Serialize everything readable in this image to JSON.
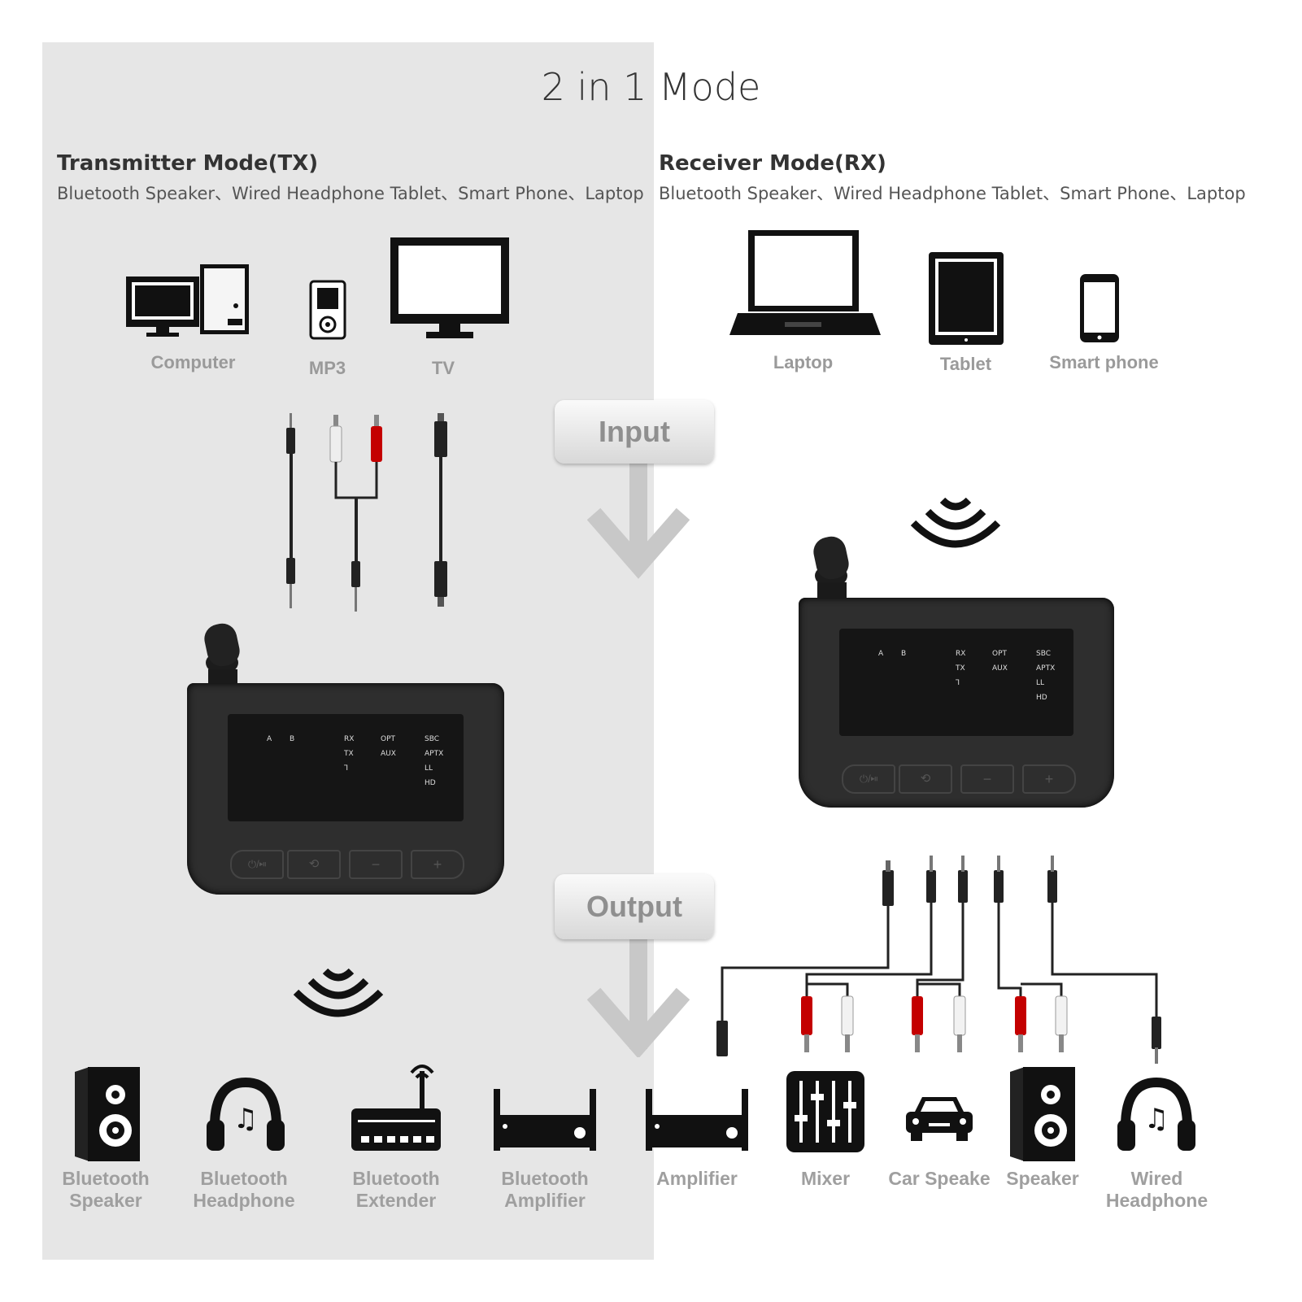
{
  "title": "2 in 1 Mode",
  "tx": {
    "heading": "Transmitter Mode(TX)",
    "subtitle": "Bluetooth Speaker、Wired Headphone Tablet、Smart Phone、Laptop",
    "sources": [
      {
        "label": "Computer",
        "icon": "computer-icon"
      },
      {
        "label": "MP3",
        "icon": "mp3-player-icon"
      },
      {
        "label": "TV",
        "icon": "tv-icon"
      }
    ],
    "outputs": [
      {
        "line1": "Bluetooth",
        "line2": "Speaker",
        "icon": "speaker-icon"
      },
      {
        "line1": "Bluetooth",
        "line2": "Headphone",
        "icon": "headphone-icon"
      },
      {
        "line1": "Bluetooth",
        "line2": "Extender",
        "icon": "router-icon"
      },
      {
        "line1": "Bluetooth",
        "line2": "Amplifier",
        "icon": "amplifier-icon"
      }
    ]
  },
  "rx": {
    "heading": "Receiver Mode(RX)",
    "subtitle": "Bluetooth Speaker、Wired Headphone Tablet、Smart Phone、Laptop",
    "sources": [
      {
        "label": "Laptop",
        "icon": "laptop-icon"
      },
      {
        "label": "Tablet",
        "icon": "tablet-icon"
      },
      {
        "label": "Smart phone",
        "icon": "smartphone-icon"
      }
    ],
    "outputs": [
      {
        "line1": "Amplifier",
        "line2": "",
        "icon": "amplifier-icon"
      },
      {
        "line1": "Mixer",
        "line2": "",
        "icon": "mixer-icon"
      },
      {
        "line1": "Car Speake",
        "line2": "",
        "icon": "car-icon"
      },
      {
        "line1": "Speaker",
        "line2": "",
        "icon": "speaker-icon"
      },
      {
        "line1": "Wired",
        "line2": "Headphone",
        "icon": "headphone-icon"
      }
    ]
  },
  "input_label": "Input",
  "output_label": "Output",
  "device": {
    "leds_col1": [
      "A",
      "B"
    ],
    "leds_col2": [
      "RX",
      "TX",
      "Ꞁ"
    ],
    "leds_col3": [
      "OPT",
      "AUX"
    ],
    "leds_col4": [
      "SBC",
      "APTX",
      "LL",
      "HD"
    ],
    "buttons": [
      "⏻/⏯",
      "⟲",
      "−",
      "+"
    ]
  },
  "colors": {
    "panel": "#e6e6e6",
    "device": "#2c2c2c",
    "rca_red": "#c40000"
  }
}
